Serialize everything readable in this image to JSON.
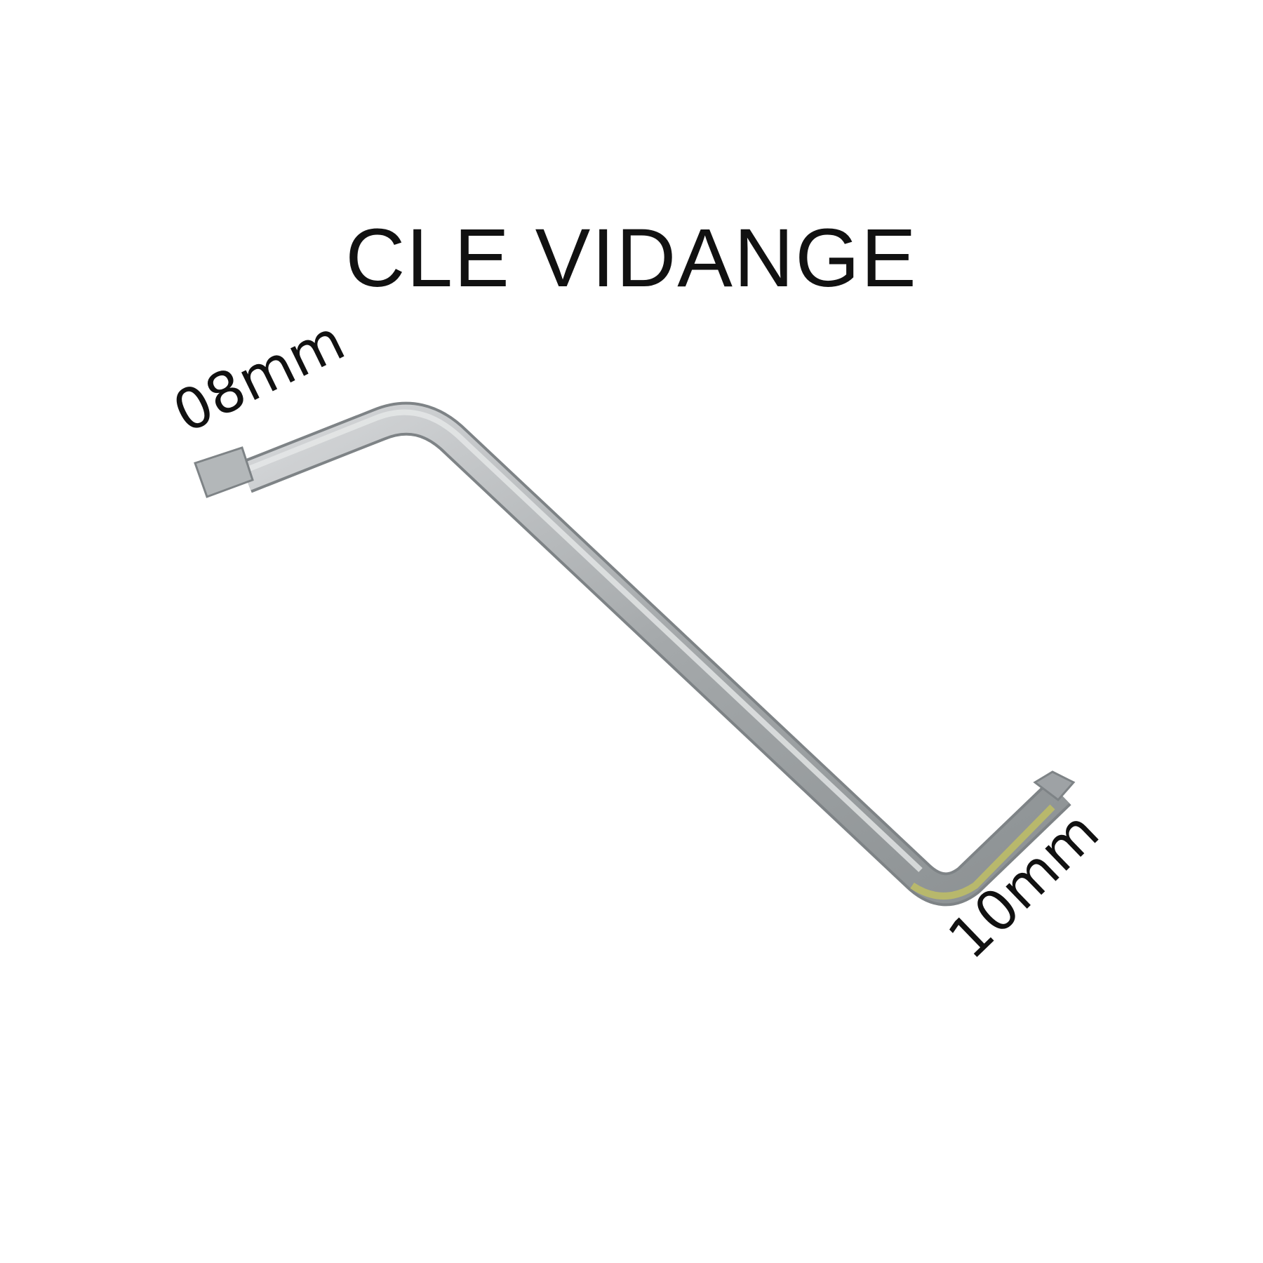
{
  "title": "CLE VIDANGE",
  "labels": {
    "left_end": "08mm",
    "right_end": "10mm"
  },
  "colors": {
    "metal": "#a9adb0",
    "highlight": "#d9dbdc",
    "tint": "#c9c85a"
  }
}
